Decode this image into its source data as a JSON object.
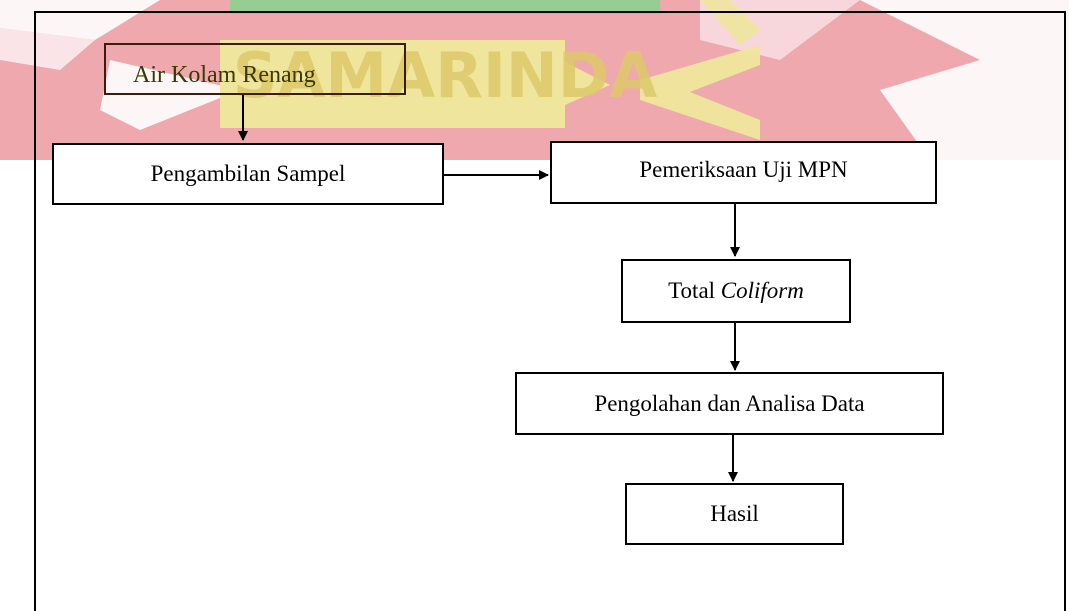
{
  "watermark": {
    "text": "SAMARINDA",
    "colors": {
      "red": "#e8828c",
      "green": "#7fc27c",
      "yellow": "#ece088",
      "text_gold": "#d7bd4a"
    }
  },
  "flowchart": {
    "nodes": {
      "air_kolam": "Air Kolam Renang",
      "pengambilan": "Pengambilan Sampel",
      "pemeriksaan": "Pemeriksaan Uji MPN",
      "total_coliform_prefix": "Total",
      "total_coliform_italic": "Coliform",
      "pengolahan": "Pengolahan dan Analisa Data",
      "hasil": "Hasil"
    }
  }
}
